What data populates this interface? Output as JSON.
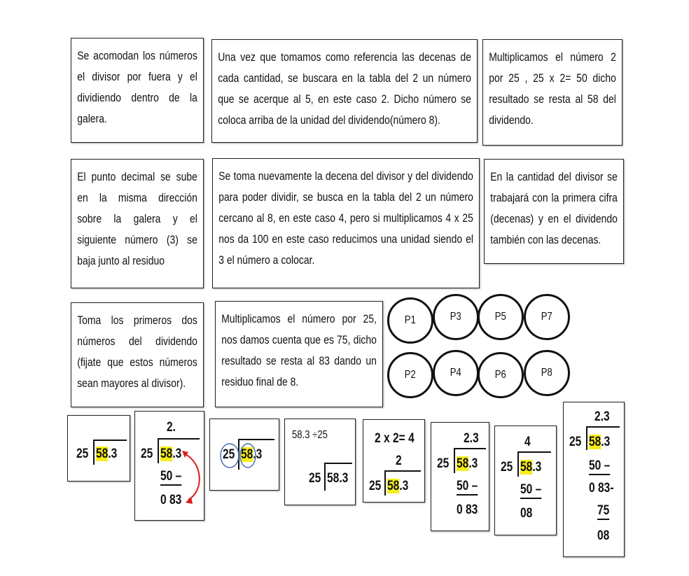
{
  "steps": {
    "s1": "Se acomodan los números el divisor por fuera y el dividiendo dentro de la galera.",
    "s2": "Una vez que tomamos como referencia las decenas de cada cantidad, se buscara en la tabla del 2 un número que se acerque al 5, en este caso 2. Dicho número se coloca arriba de la unidad del dividendo(número 8).",
    "s3": "Multiplicamos el número 2 por 25 , 25 x 2= 50 dicho resultado se resta al 58 del dividendo.",
    "s4": "El punto decimal se sube en la misma dirección sobre la galera y el siguiente número (3) se baja junto al residuo",
    "s5": "Se toma nuevamente la decena del divisor y del dividendo para poder dividir, se busca en la tabla del 2 un número cercano al 8, en este caso 4, pero si multiplicamos 4 x 25 nos da 100 en este caso reducimos una unidad siendo el 3 el número a colocar.",
    "s6": "En la cantidad del divisor se trabajará con la primera cifra (decenas) y en el dividendo también con las decenas.",
    "s7": "Toma los primeros dos números del dividendo (fijate que estos números sean mayores al divisor).",
    "s8": "Multiplicamos el número por 25, nos damos cuenta que es 75, dicho resultado se resta al 83 dando un residuo final de 8."
  },
  "circles": [
    "P1",
    "P3",
    "P5",
    "P7",
    "P2",
    "P4",
    "P6",
    "P8"
  ],
  "math": {
    "divisor": "25",
    "dividend_hl": "58",
    "dividend_rest": ".3",
    "dividend_full": "58.3",
    "quot_2dot": "2.",
    "quot_2": "2",
    "quot_23": "2.3",
    "quot_4": "4",
    "sub_50": "50 –",
    "sub_50b": "50 –",
    "res_083": "0 83",
    "res_083m": "0 83-",
    "res_08": "08",
    "sub_75": "75",
    "eq_div": "58.3 ÷25",
    "eq_mult": "2 x 2= 4"
  },
  "colors": {
    "highlight": "#f6ee1a",
    "arrow": "#e01b1b",
    "circle": "#4a6fb5"
  }
}
